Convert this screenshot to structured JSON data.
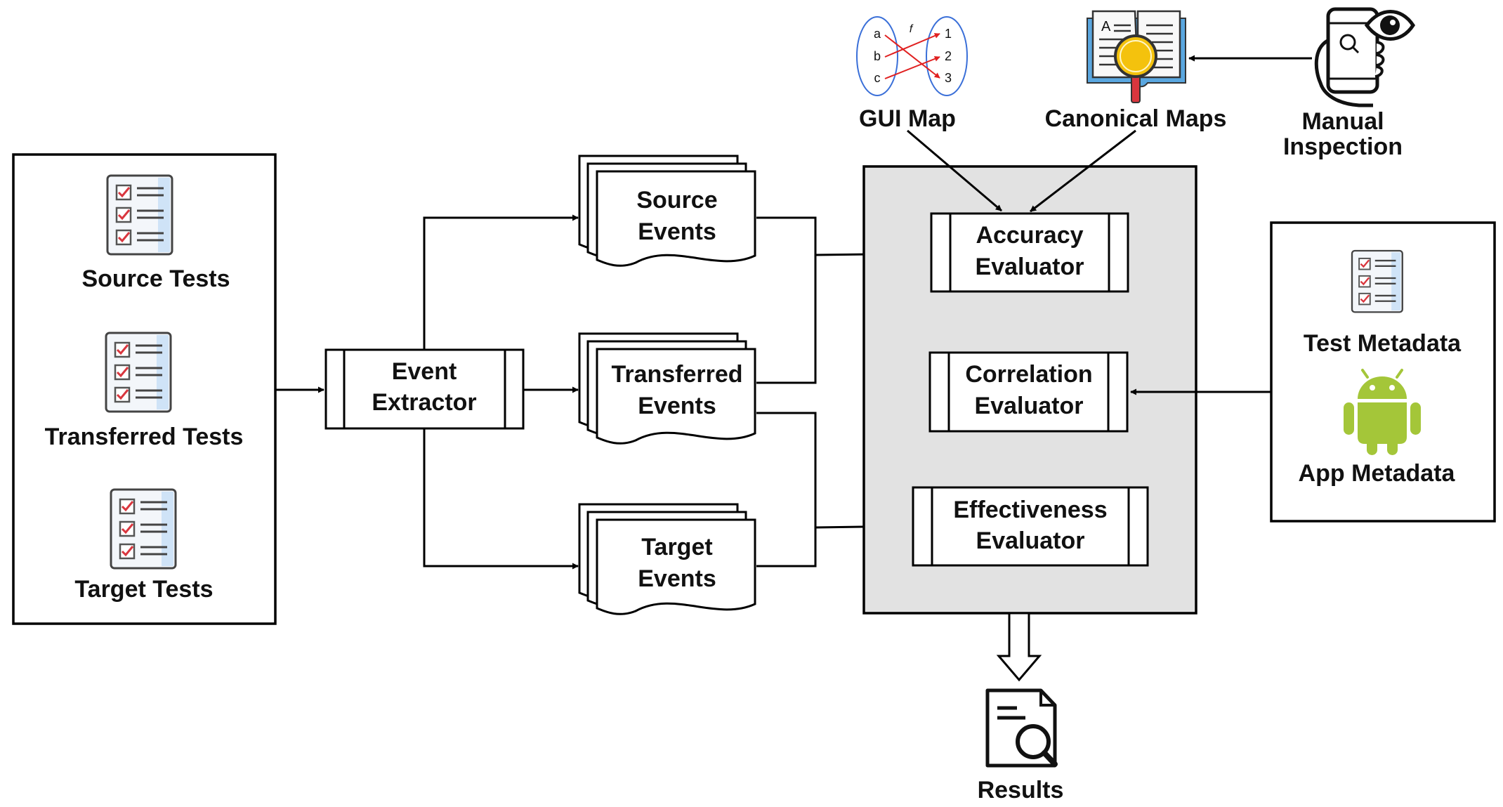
{
  "inputs": {
    "source_tests": "Source Tests",
    "transferred_tests": "Transferred Tests",
    "target_tests": "Target Tests"
  },
  "extractor": {
    "line1": "Event",
    "line2": "Extractor"
  },
  "events": {
    "source": {
      "line1": "Source",
      "line2": "Events"
    },
    "transferred": {
      "line1": "Transferred",
      "line2": "Events"
    },
    "target": {
      "line1": "Target",
      "line2": "Events"
    }
  },
  "evaluators": {
    "accuracy": {
      "line1": "Accuracy",
      "line2": "Evaluator"
    },
    "correlation": {
      "line1": "Correlation",
      "line2": "Evaluator"
    },
    "effectiveness": {
      "line1": "Effectiveness",
      "line2": "Evaluator"
    }
  },
  "top": {
    "gui_map": "GUI Map",
    "canonical_maps": "Canonical Maps",
    "manual_line1": "Manual",
    "manual_line2": "Inspection",
    "map_left": [
      "a",
      "b",
      "c"
    ],
    "map_right": [
      "1",
      "2",
      "3"
    ],
    "map_func": "f"
  },
  "metadata": {
    "test": "Test Metadata",
    "app": "App Metadata"
  },
  "results": "Results",
  "colors": {
    "ellipse": "#3a6fd8",
    "map_arrow": "#e02020",
    "check": "#d9363e",
    "android": "#a4c639",
    "book": "#5aa7e0",
    "lens": "#f4c20d",
    "panel": "#e2e2e2"
  }
}
